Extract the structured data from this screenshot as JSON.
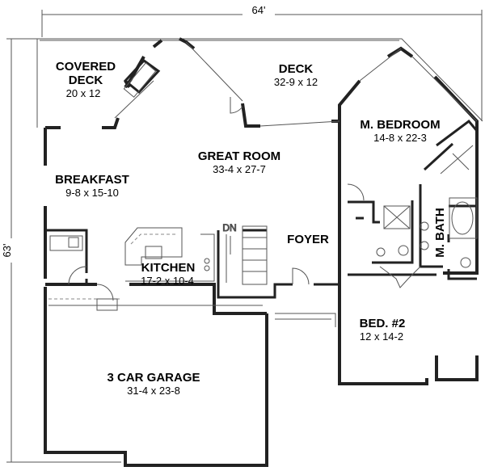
{
  "dimensions": {
    "width": "64'",
    "depth": "63'"
  },
  "rooms": [
    {
      "name": "COVERED DECK",
      "line1": "COVERED",
      "line2": "DECK",
      "size": "20 x 12"
    },
    {
      "name": "DECK",
      "size": "32-9 x 12"
    },
    {
      "name": "M. BEDROOM",
      "size": "14-8 x 22-3"
    },
    {
      "name": "GREAT ROOM",
      "size": "33-4 x 27-7"
    },
    {
      "name": "BREAKFAST",
      "size": "9-8 x 15-10"
    },
    {
      "name": "KITCHEN",
      "size": "17-2 x 10-4"
    },
    {
      "name": "FOYER"
    },
    {
      "name": "M. BATH"
    },
    {
      "name": "BED. #2",
      "size": "12 x 14-2"
    },
    {
      "name": "3 CAR GARAGE",
      "size": "31-4 x 23-8"
    }
  ],
  "stair_label": "DN"
}
